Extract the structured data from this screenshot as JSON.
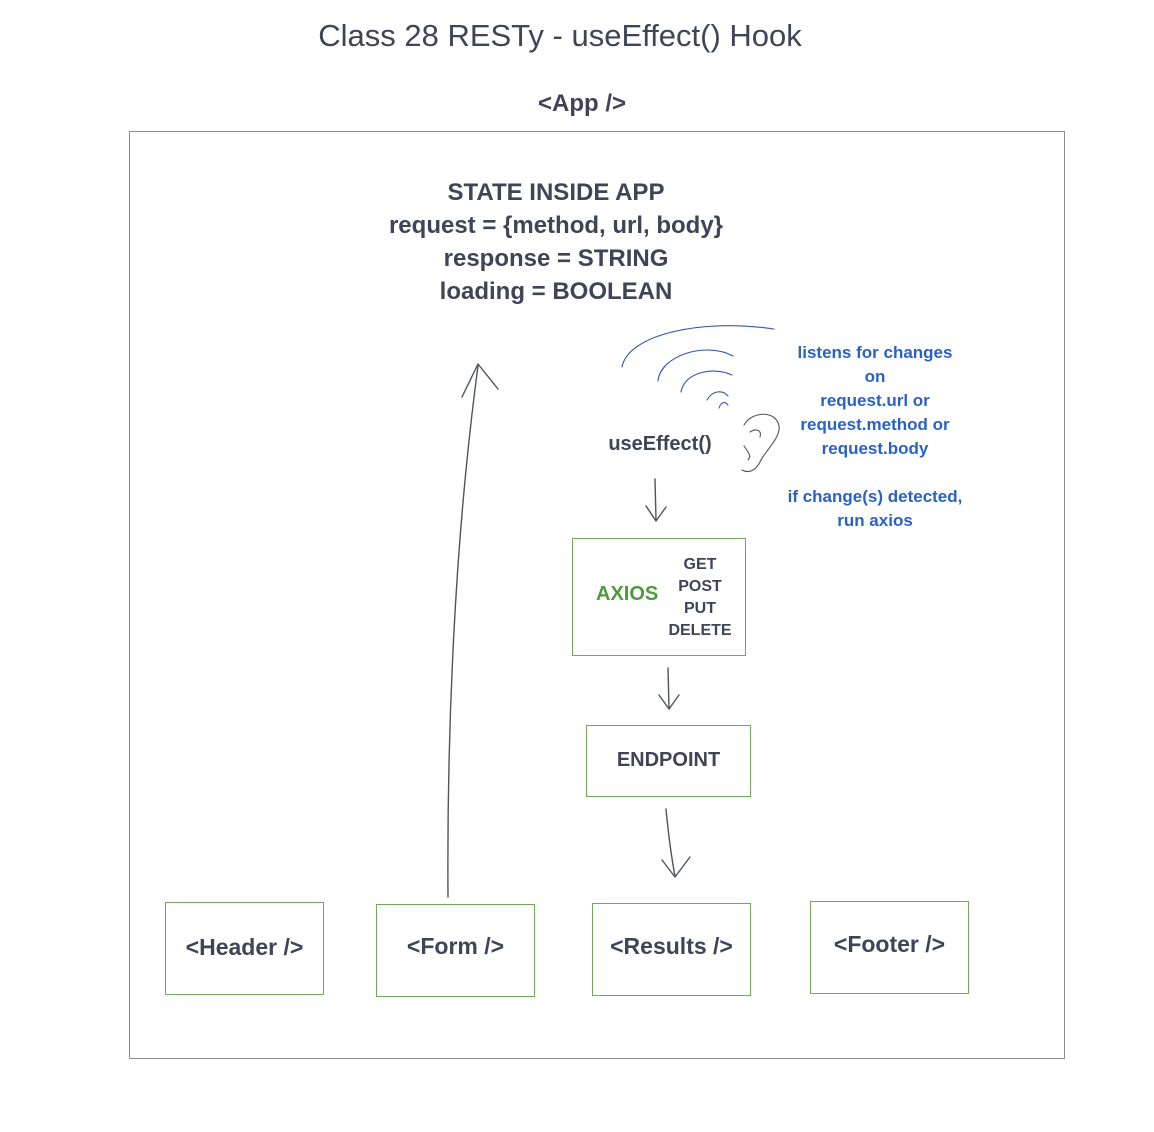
{
  "title": "Class 28 RESTy - useEffect() Hook",
  "app_label": "<App />",
  "state": {
    "heading": "STATE INSIDE APP",
    "lines": [
      "request = {method, url, body}",
      "response = STRING",
      "loading = BOOLEAN"
    ]
  },
  "hook_label": "useEffect()",
  "note": {
    "lines": [
      "listens for changes",
      "on",
      "request.url or",
      "request.method or",
      "request.body"
    ],
    "lines2": [
      "if change(s) detected,",
      "run axios"
    ]
  },
  "axios": {
    "label": "AXIOS",
    "methods": [
      "GET",
      "POST",
      "PUT",
      "DELETE"
    ]
  },
  "endpoint_label": "ENDPOINT",
  "components": {
    "header": "<Header />",
    "form": "<Form />",
    "results": "<Results />",
    "footer": "<Footer />"
  },
  "colors": {
    "text": "#3f4457",
    "note": "#2a62c4",
    "box_border": "#6fa85b",
    "axios": "#4f9a3f",
    "frame": "#8a8d95"
  }
}
